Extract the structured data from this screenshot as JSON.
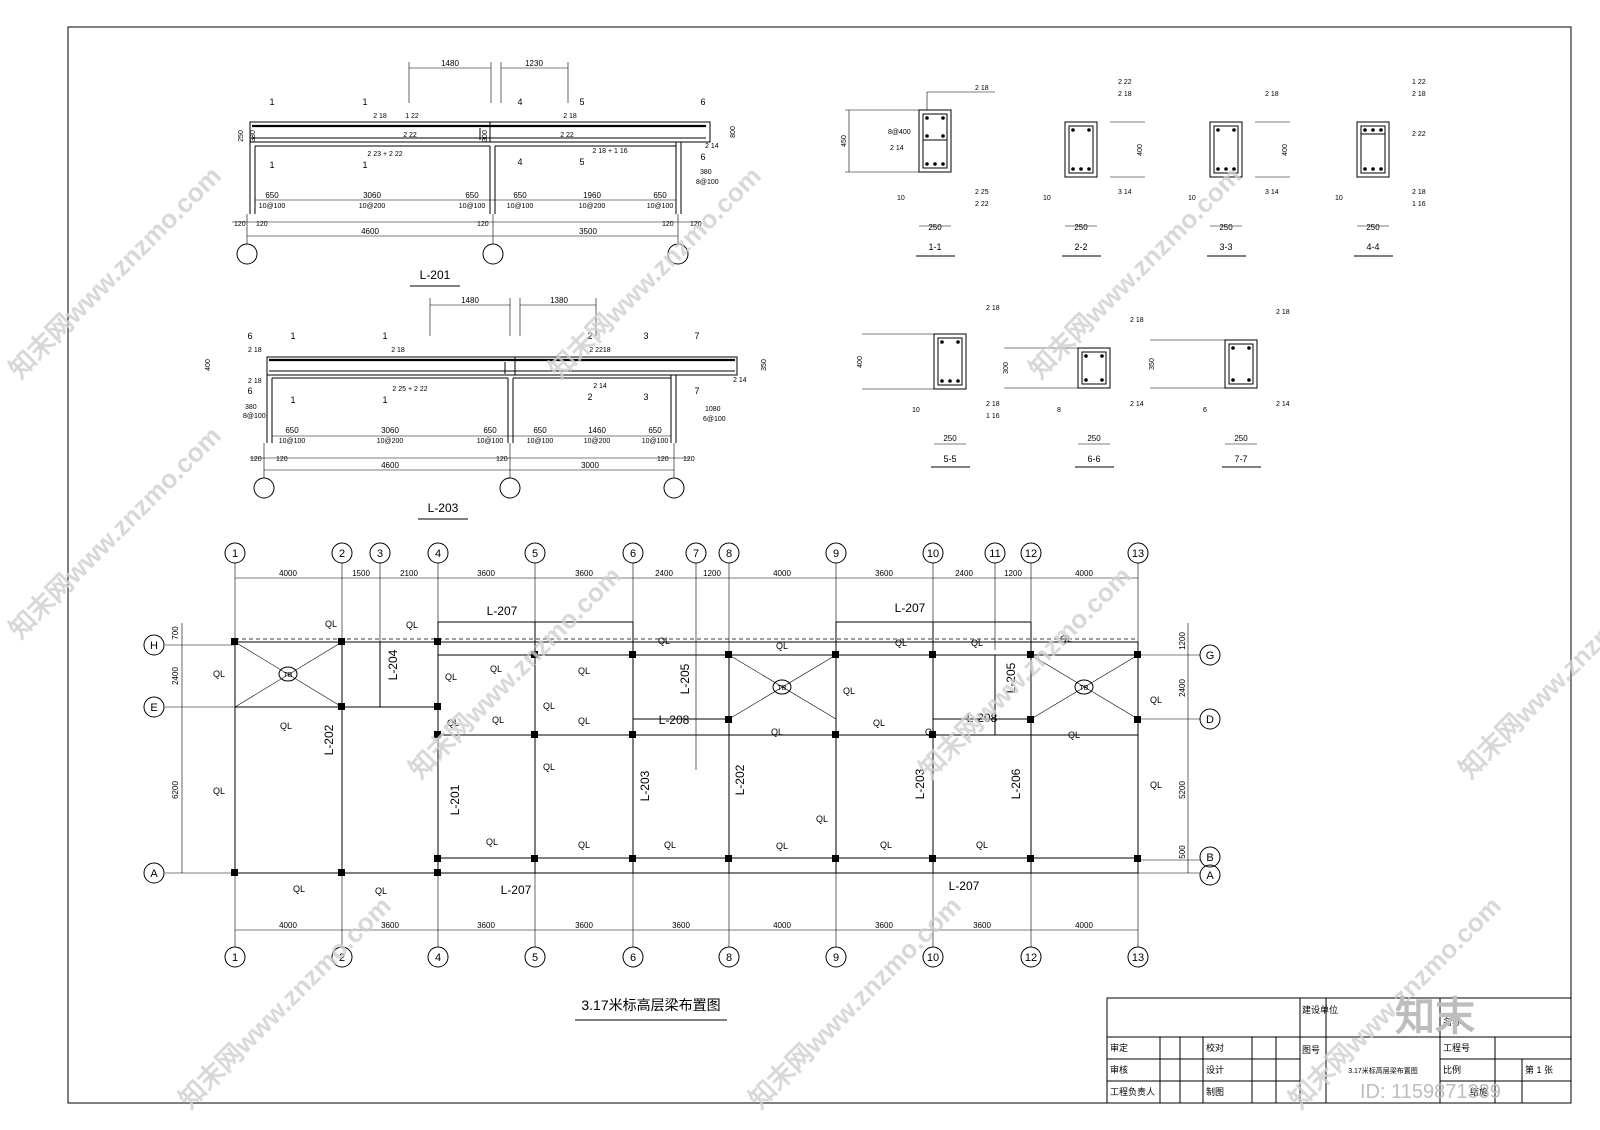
{
  "beam_l201": {
    "title": "L-201",
    "top_dims": [
      "1480",
      "1230"
    ],
    "spans": [
      "4600",
      "3500"
    ],
    "edge_dims": [
      "120",
      "120",
      "120",
      "120",
      "120"
    ],
    "zones": [
      "650",
      "3060",
      "650",
      "650",
      "1960",
      "650"
    ],
    "stirrups": [
      "10@100",
      "10@200",
      "10@100",
      "10@100",
      "10@200",
      "10@100"
    ],
    "section_marks": [
      "1",
      "1",
      "4",
      "5",
      "6"
    ],
    "rebar_notes": [
      "2 18",
      "1 22",
      "2 22",
      "2 23 + 2 22",
      "2 18 + 1 16",
      "2 18",
      "2 14",
      "2 22"
    ],
    "heights": [
      "250",
      "380",
      "800",
      "300",
      "380",
      "8@100"
    ]
  },
  "beam_l203": {
    "title": "L-203",
    "top_dims": [
      "1480",
      "1380"
    ],
    "spans": [
      "4600",
      "3000"
    ],
    "edge_dims": [
      "120",
      "120",
      "120",
      "120",
      "120"
    ],
    "zones": [
      "650",
      "3060",
      "650",
      "650",
      "1460",
      "650"
    ],
    "stirrups": [
      "10@100",
      "10@200",
      "10@100",
      "10@100",
      "10@200",
      "10@100"
    ],
    "section_marks": [
      "6",
      "1",
      "1",
      "2",
      "3",
      "7"
    ],
    "rebar_notes": [
      "2 18",
      "2 18",
      "2 25 + 2 22",
      "2 2218",
      "2 14",
      "2 14",
      "2 18"
    ],
    "heights": [
      "400",
      "350",
      "380",
      "8@100",
      "1080",
      "6@100"
    ]
  },
  "sections": [
    {
      "label": "1-1",
      "width": "250",
      "height": "450",
      "notes": [
        "2 18",
        "8@400",
        "2 14",
        "2 25",
        "2 22",
        "10"
      ]
    },
    {
      "label": "2-2",
      "width": "250",
      "height": "400",
      "notes": [
        "2 22",
        "2 18",
        "3 14",
        "10"
      ]
    },
    {
      "label": "3-3",
      "width": "250",
      "height": "400",
      "notes": [
        "2 18",
        "3 14",
        "10"
      ]
    },
    {
      "label": "4-4",
      "width": "250",
      "height": "",
      "notes": [
        "1 22",
        "2 18",
        "2 22",
        "2 18",
        "1 16",
        "10"
      ]
    },
    {
      "label": "5-5",
      "width": "250",
      "height": "400",
      "notes": [
        "2 18",
        "2 18",
        "1 16",
        "10"
      ]
    },
    {
      "label": "6-6",
      "width": "250",
      "height": "300",
      "notes": [
        "2 18",
        "2 14",
        "8"
      ]
    },
    {
      "label": "7-7",
      "width": "250",
      "height": "350",
      "notes": [
        "2 18",
        "2 14",
        "6"
      ]
    }
  ],
  "plan": {
    "title": "3.17米标高层梁布置图",
    "top_axes": [
      "1",
      "2",
      "3",
      "4",
      "5",
      "6",
      "7",
      "8",
      "9",
      "10",
      "11",
      "12",
      "13"
    ],
    "top_dims": [
      "4000",
      "1500",
      "2100",
      "3600",
      "3600",
      "2400",
      "1200",
      "4000",
      "3600",
      "2400",
      "1200",
      "4000"
    ],
    "bottom_axes": [
      "1",
      "2",
      "4",
      "5",
      "6",
      "8",
      "9",
      "10",
      "12",
      "13"
    ],
    "bottom_dims": [
      "4000",
      "3600",
      "3600",
      "3600",
      "3600",
      "4000",
      "3600",
      "3600",
      "4000"
    ],
    "left_axes": [
      "H",
      "E",
      "A"
    ],
    "left_dims": [
      "700",
      "2400",
      "6200"
    ],
    "right_axes": [
      "G",
      "D",
      "B",
      "A"
    ],
    "right_dims": [
      "1200",
      "2400",
      "5200",
      "500"
    ],
    "beam_labels": [
      "L-207",
      "L-207",
      "L-207",
      "L-207",
      "L-204",
      "L-202",
      "L-201",
      "L-205",
      "L-208",
      "L-203",
      "L-202",
      "L-203",
      "L-205",
      "L-208",
      "L-206"
    ],
    "ql_label": "QL",
    "tb_label": "TB"
  },
  "title_block": {
    "row_labels": [
      "审定",
      "审核",
      "工程负责人"
    ],
    "col_labels": [
      "校对",
      "设计",
      "制图"
    ],
    "unit_label": "建设单位",
    "name_label": "名称",
    "project_no": "工程号",
    "drawing_label": "图号",
    "drawing_name": "3.17米标高层梁布置图",
    "scale": "比例",
    "sheet": "第 1 张",
    "extra": "结施"
  },
  "watermark": {
    "text": "知末网www.znzmo.com",
    "logo": "知末",
    "id": "ID: 1159871339"
  }
}
